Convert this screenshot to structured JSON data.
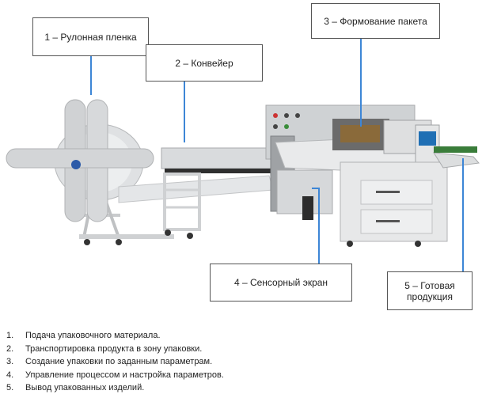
{
  "callouts": [
    {
      "num": "1",
      "label": "1 – Рулонная пленка"
    },
    {
      "num": "2",
      "label": "2 – Конвейер"
    },
    {
      "num": "3",
      "label": "3 – Формование пакета"
    },
    {
      "num": "4",
      "label": "4 – Сенсорный экран"
    },
    {
      "num": "5",
      "label": "5 – Готовая продукция"
    }
  ],
  "steps": [
    {
      "num": "1.",
      "text": "Подача упаковочного материала."
    },
    {
      "num": "2.",
      "text": "Транспортировка продукта в зону упаковки."
    },
    {
      "num": "3.",
      "text": "Создание упаковки по заданным параметрам."
    },
    {
      "num": "4.",
      "text": "Управление процессом и настройка параметров."
    },
    {
      "num": "5.",
      "text": "Вывод упакованных изделий."
    }
  ],
  "colors": {
    "leader": "#3d86d6",
    "machine": "#d9dbdd",
    "frame": "#e8e9ea",
    "dark": "#2a2a2a"
  }
}
